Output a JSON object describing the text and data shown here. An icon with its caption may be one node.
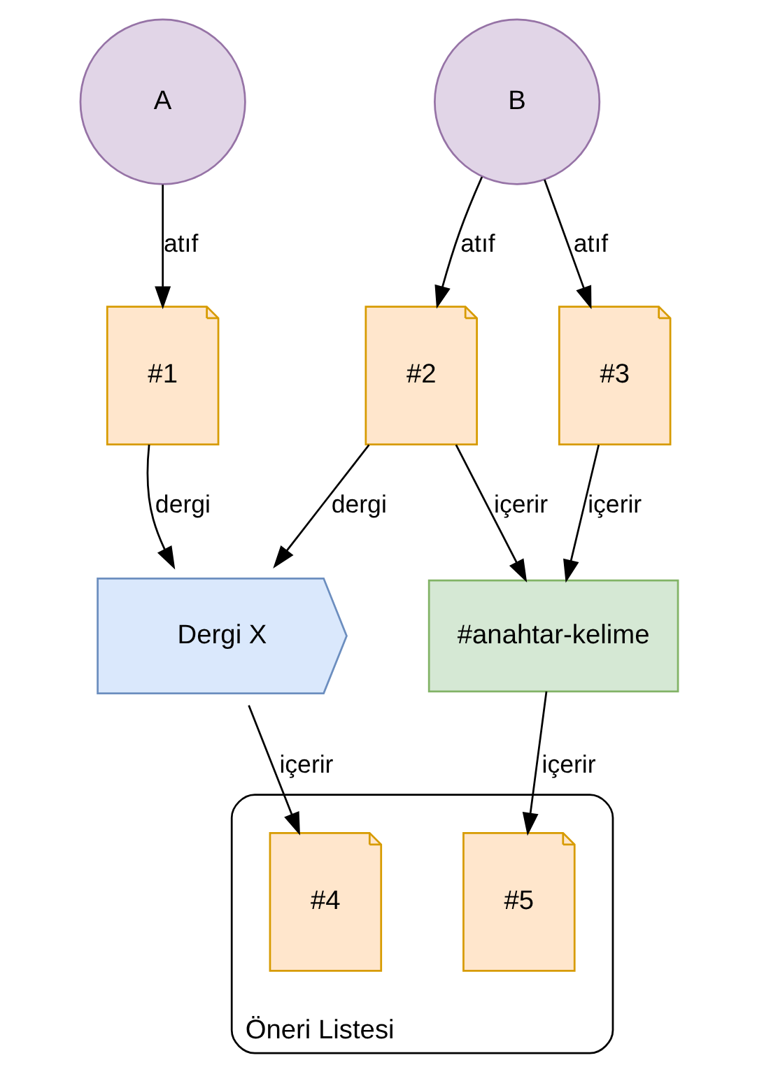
{
  "diagram": {
    "nodes": [
      {
        "text": [
          "A"
        ]
      },
      {
        "text": [
          "B"
        ]
      },
      {
        "text": [
          "#1"
        ]
      },
      {
        "text": [
          "#2"
        ]
      },
      {
        "text": [
          "#3"
        ]
      },
      {
        "text": [
          "Dergi X"
        ]
      },
      {
        "text": [
          "#anahtar-kelime"
        ]
      },
      {
        "text": [
          "Öneri Listesi"
        ]
      },
      {
        "text": [
          "#4"
        ],
        "in": 7
      },
      {
        "text": [
          "#5"
        ],
        "in": 7
      }
    ],
    "edges": [
      {
        "from": 0,
        "to": 2,
        "arrow": "to",
        "label": "atıf"
      },
      {
        "from": 1,
        "to": 3,
        "arrow": "to",
        "label": "atıf"
      },
      {
        "from": 1,
        "to": 4,
        "arrow": "to",
        "label": "atıf"
      },
      {
        "from": 2,
        "to": 5,
        "arrow": "to",
        "label": "dergi"
      },
      {
        "from": 3,
        "to": 5,
        "arrow": "to",
        "label": "dergi"
      },
      {
        "from": 3,
        "to": 6,
        "arrow": "to",
        "label": "içerir"
      },
      {
        "from": 4,
        "to": 6,
        "arrow": "to",
        "label": "içerir"
      },
      {
        "from": 5,
        "to": 8,
        "arrow": "to",
        "label": "içerir"
      },
      {
        "from": 6,
        "to": 9,
        "arrow": "to",
        "label": "içerir"
      }
    ]
  }
}
